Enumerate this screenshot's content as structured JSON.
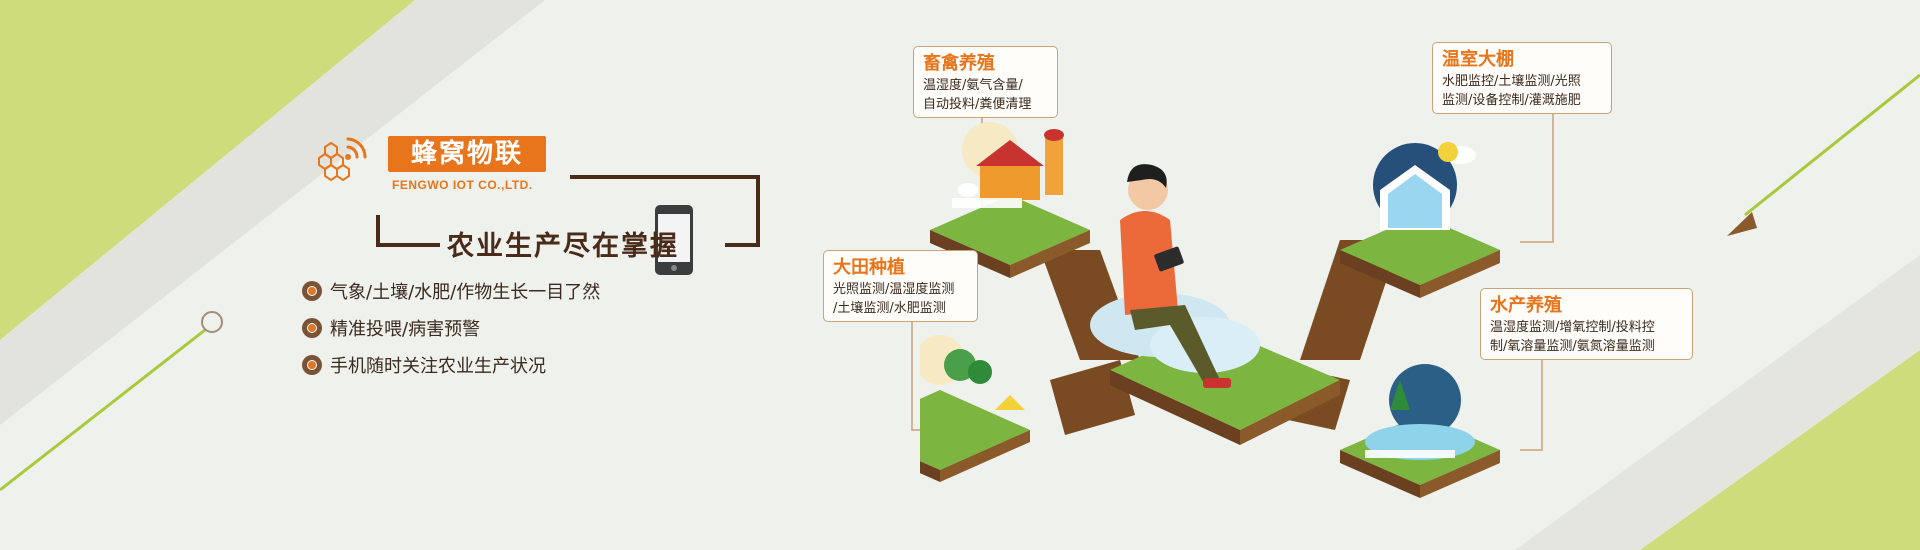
{
  "brand": {
    "name_cn": "蜂窝物联",
    "name_en": "FENGWO IOT  CO.,LTD."
  },
  "slogan": "农业生产尽在掌握",
  "features": [
    "气象/土壤/水肥/作物生长一目了然",
    "精准投喂/病害预警",
    "手机随时关注农业生产状况"
  ],
  "callouts": {
    "livestock": {
      "title": "畜禽养殖",
      "lines": [
        "温湿度/氨气含量/",
        "自动投料/粪便清理"
      ]
    },
    "greenhouse": {
      "title": "温室大棚",
      "lines": [
        "水肥监控/土壤监测/光照",
        "监测/设备控制/灌溉施肥"
      ]
    },
    "field": {
      "title": "大田种植",
      "lines": [
        "光照监测/温湿度监测",
        "/土壤监测/水肥监测"
      ]
    },
    "aquaculture": {
      "title": "水产养殖",
      "lines": [
        "温湿度监测/增氧控制/投料控",
        "制/氧溶量监测/氨氮溶量监测"
      ]
    }
  },
  "colors": {
    "accent_orange": "#e8751c",
    "brand_brown": "#4a2a18",
    "lime_band": "#cfdc7c",
    "grass_green": "#7db541",
    "soil_brown": "#6b4020"
  },
  "icons": [
    "wifi-hexagon-logo-icon",
    "smartphone-icon",
    "person-with-tablet",
    "barn-icon",
    "greenhouse-icon",
    "pond-icon",
    "crop-field-icon"
  ]
}
